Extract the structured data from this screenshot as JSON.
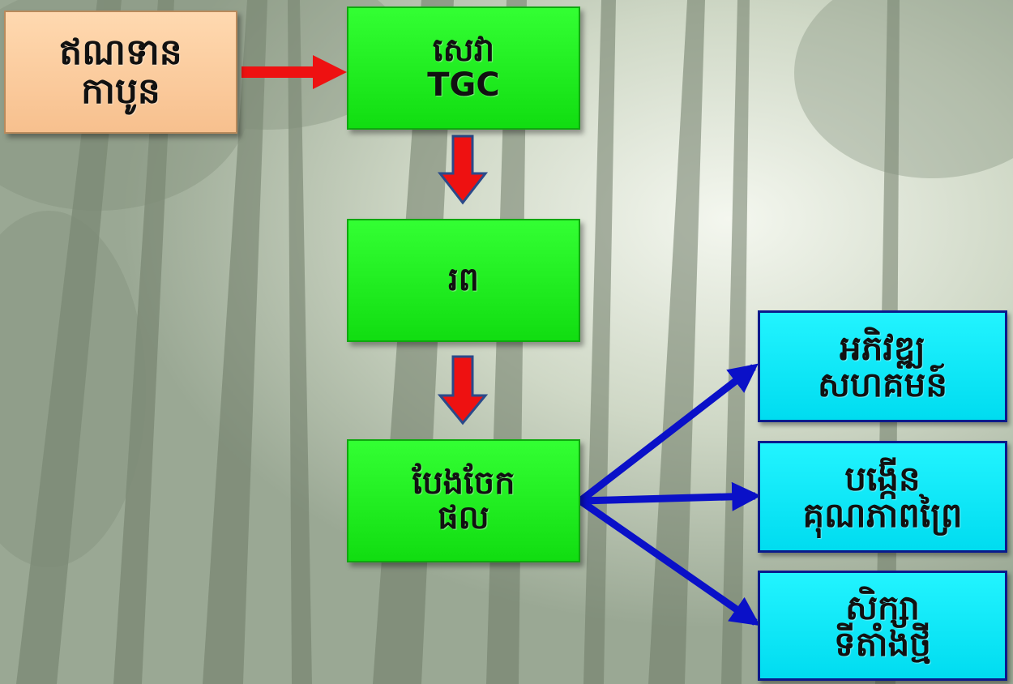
{
  "nodes": {
    "source": {
      "line1": "ឥណទាន",
      "line2": "កាបូន"
    },
    "service": {
      "line1": "សេវា",
      "line2": "TGC"
    },
    "fund": {
      "line1": "រព"
    },
    "distribute": {
      "line1": "បែងចែក",
      "line2": "ផល"
    },
    "community": {
      "line1": "អភិវឌ្ឍ",
      "line2": "សហគមន៍"
    },
    "forest": {
      "line1": "បង្កើន",
      "line2": "គុណភាពព្រៃ"
    },
    "research": {
      "line1": "សិក្សា",
      "line2": "ទីតាំងថ្មី"
    }
  },
  "colors": {
    "source_box": "#f9c896",
    "process_box": "#22ee22",
    "outcome_box": "#11e8f8",
    "red_arrow": "#ee1111",
    "blue_arrow": "#0a10c8"
  }
}
